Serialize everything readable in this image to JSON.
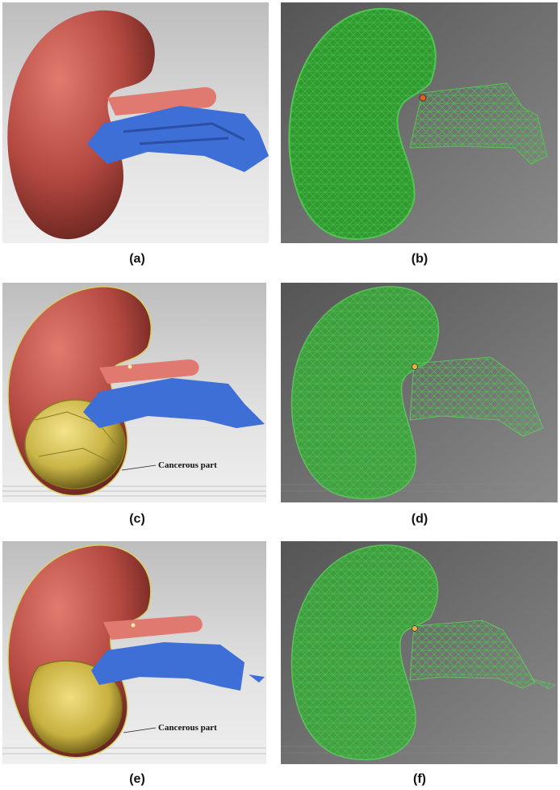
{
  "panels": [
    {
      "id": "a",
      "caption": "(a)",
      "style": "shaded"
    },
    {
      "id": "b",
      "caption": "(b)",
      "style": "wireframe"
    },
    {
      "id": "c",
      "caption": "(c)",
      "style": "shaded",
      "annotation": "Cancerous part"
    },
    {
      "id": "d",
      "caption": "(d)",
      "style": "wireframe"
    },
    {
      "id": "e",
      "caption": "(e)",
      "style": "shaded",
      "annotation": "Cancerous part"
    },
    {
      "id": "f",
      "caption": "(f)",
      "style": "wireframe"
    }
  ],
  "colors": {
    "kidney": "#c5554c",
    "artery": "#e07a70",
    "vessels": "#3d6fd6",
    "tumor": "#d9c65a",
    "wireframe": "#3fb33f",
    "wire_bg": "#6a6a6a",
    "shaded_bg": "#d7d7d7"
  }
}
